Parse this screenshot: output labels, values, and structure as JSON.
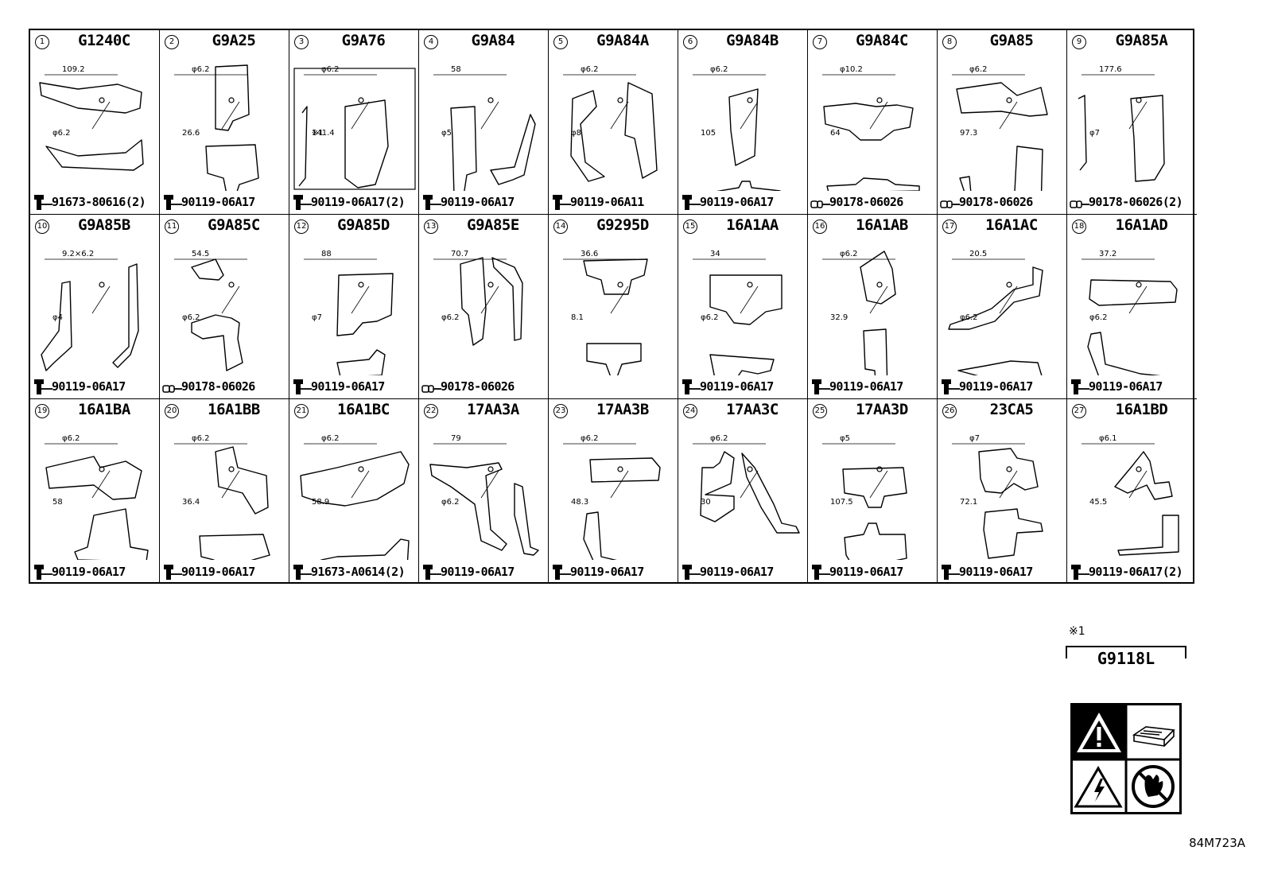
{
  "parts": [
    {
      "num": "1",
      "code": "G1240C",
      "fastener": "91673-80616(2)",
      "fastener_type": "bolt",
      "dims": [
        "109.2",
        "φ6.2"
      ]
    },
    {
      "num": "2",
      "code": "G9A25",
      "fastener": "90119-06A17",
      "fastener_type": "bolt",
      "dims": [
        "φ6.2",
        "26.6"
      ]
    },
    {
      "num": "3",
      "code": "G9A76",
      "fastener": "90119-06A17(2)",
      "fastener_type": "bolt",
      "dims": [
        "φ6.2",
        "141.4",
        "※1"
      ]
    },
    {
      "num": "4",
      "code": "G9A84",
      "fastener": "90119-06A17",
      "fastener_type": "bolt",
      "dims": [
        "58",
        "φ5"
      ]
    },
    {
      "num": "5",
      "code": "G9A84A",
      "fastener": "90119-06A11",
      "fastener_type": "bolt",
      "dims": [
        "φ6.2",
        "φ8"
      ]
    },
    {
      "num": "6",
      "code": "G9A84B",
      "fastener": "90119-06A17",
      "fastener_type": "bolt",
      "dims": [
        "φ6.2",
        "105"
      ]
    },
    {
      "num": "7",
      "code": "G9A84C",
      "fastener": "90178-06026",
      "fastener_type": "nut",
      "dims": [
        "φ10.2",
        "64"
      ]
    },
    {
      "num": "8",
      "code": "G9A85",
      "fastener": "90178-06026",
      "fastener_type": "nut",
      "dims": [
        "φ6.2",
        "97.3"
      ]
    },
    {
      "num": "9",
      "code": "G9A85A",
      "fastener": "90178-06026(2)",
      "fastener_type": "nut",
      "dims": [
        "177.6",
        "φ7"
      ]
    },
    {
      "num": "10",
      "code": "G9A85B",
      "fastener": "90119-06A17",
      "fastener_type": "bolt",
      "dims": [
        "9.2×6.2",
        "φ4"
      ]
    },
    {
      "num": "11",
      "code": "G9A85C",
      "fastener": "90178-06026",
      "fastener_type": "nut",
      "dims": [
        "54.5",
        "φ6.2"
      ]
    },
    {
      "num": "12",
      "code": "G9A85D",
      "fastener": "90119-06A17",
      "fastener_type": "bolt",
      "dims": [
        "88",
        "φ7"
      ]
    },
    {
      "num": "13",
      "code": "G9A85E",
      "fastener": "90178-06026",
      "fastener_type": "nut",
      "dims": [
        "70.7",
        "φ6.2"
      ]
    },
    {
      "num": "14",
      "code": "G9295D",
      "fastener": "",
      "fastener_type": "none",
      "dims": [
        "36.6",
        "8.1"
      ]
    },
    {
      "num": "15",
      "code": "16A1AA",
      "fastener": "90119-06A17",
      "fastener_type": "bolt",
      "dims": [
        "34",
        "φ6.2"
      ]
    },
    {
      "num": "16",
      "code": "16A1AB",
      "fastener": "90119-06A17",
      "fastener_type": "bolt",
      "dims": [
        "φ6.2",
        "32.9"
      ]
    },
    {
      "num": "17",
      "code": "16A1AC",
      "fastener": "90119-06A17",
      "fastener_type": "bolt",
      "dims": [
        "20.5",
        "φ6.2"
      ]
    },
    {
      "num": "18",
      "code": "16A1AD",
      "fastener": "90119-06A17",
      "fastener_type": "bolt",
      "dims": [
        "37.2",
        "φ6.2"
      ]
    },
    {
      "num": "19",
      "code": "16A1BA",
      "fastener": "90119-06A17",
      "fastener_type": "bolt",
      "dims": [
        "φ6.2",
        "58"
      ]
    },
    {
      "num": "20",
      "code": "16A1BB",
      "fastener": "90119-06A17",
      "fastener_type": "bolt",
      "dims": [
        "φ6.2",
        "36.4"
      ]
    },
    {
      "num": "21",
      "code": "16A1BC",
      "fastener": "91673-A0614(2)",
      "fastener_type": "bolt",
      "dims": [
        "φ6.2",
        "58.9"
      ]
    },
    {
      "num": "22",
      "code": "17AA3A",
      "fastener": "90119-06A17",
      "fastener_type": "bolt",
      "dims": [
        "79",
        "φ6.2"
      ]
    },
    {
      "num": "23",
      "code": "17AA3B",
      "fastener": "90119-06A17",
      "fastener_type": "bolt",
      "dims": [
        "φ6.2",
        "48.3"
      ]
    },
    {
      "num": "24",
      "code": "17AA3C",
      "fastener": "90119-06A17",
      "fastener_type": "bolt",
      "dims": [
        "φ6.2",
        "30"
      ]
    },
    {
      "num": "25",
      "code": "17AA3D",
      "fastener": "90119-06A17",
      "fastener_type": "bolt",
      "dims": [
        "φ5",
        "107.5"
      ]
    },
    {
      "num": "26",
      "code": "23CA5",
      "fastener": "90119-06A17",
      "fastener_type": "bolt",
      "dims": [
        "φ7",
        "72.1"
      ]
    },
    {
      "num": "27",
      "code": "16A1BD",
      "fastener": "90119-06A17(2)",
      "fastener_type": "bolt",
      "dims": [
        "φ6.1",
        "45.5"
      ]
    }
  ],
  "label": {
    "note": "※1",
    "code": "G9118L"
  },
  "footer": {
    "code": "84M723A"
  },
  "icons": [
    "warning-triangle-icon",
    "manual-book-icon",
    "electric-shock-icon",
    "no-touch-icon"
  ]
}
